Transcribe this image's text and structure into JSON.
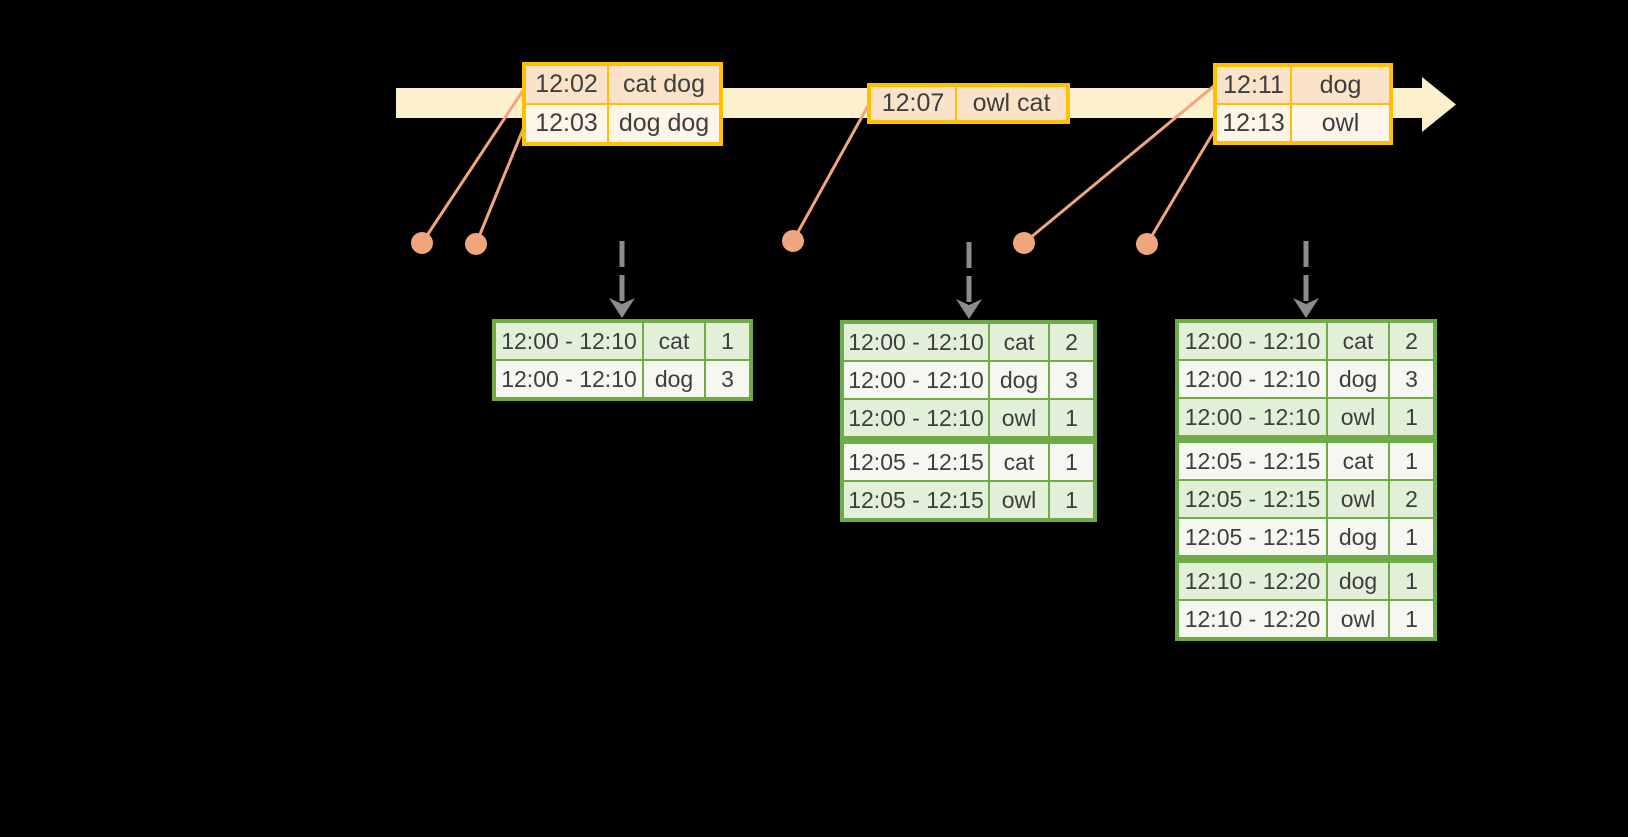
{
  "colors": {
    "background": "#000000",
    "timeline_band": "#FCF0CD",
    "event_border": "#FFC000",
    "event_row_dark": "#FAE3C9",
    "event_row_light": "#FDF5E8",
    "result_border": "#6FAC47",
    "result_row_dark": "#E2EFD9",
    "result_row_light": "#F4F8F0",
    "dot": "#F0A67C",
    "arrow_gray": "#8C8C8C",
    "text": "#3E3E3E"
  },
  "stream_events": [
    {
      "rows": [
        {
          "time": "12:02",
          "words": "cat dog"
        },
        {
          "time": "12:03",
          "words": "dog dog"
        }
      ]
    },
    {
      "rows": [
        {
          "time": "12:07",
          "words": "owl cat"
        }
      ]
    },
    {
      "rows": [
        {
          "time": "12:11",
          "words": "dog"
        },
        {
          "time": "12:13",
          "words": "owl"
        }
      ]
    }
  ],
  "result_tables": [
    {
      "rows": [
        {
          "window": "12:00 - 12:10",
          "word": "cat",
          "count": "1"
        },
        {
          "window": "12:00 - 12:10",
          "word": "dog",
          "count": "3"
        }
      ]
    },
    {
      "rows": [
        {
          "window": "12:00 - 12:10",
          "word": "cat",
          "count": "2"
        },
        {
          "window": "12:00 - 12:10",
          "word": "dog",
          "count": "3"
        },
        {
          "window": "12:00 - 12:10",
          "word": "owl",
          "count": "1"
        },
        {
          "window": "12:05 - 12:15",
          "word": "cat",
          "count": "1"
        },
        {
          "window": "12:05 - 12:15",
          "word": "owl",
          "count": "1"
        }
      ]
    },
    {
      "rows": [
        {
          "window": "12:00 - 12:10",
          "word": "cat",
          "count": "2"
        },
        {
          "window": "12:00 - 12:10",
          "word": "dog",
          "count": "3"
        },
        {
          "window": "12:00 - 12:10",
          "word": "owl",
          "count": "1"
        },
        {
          "window": "12:05 - 12:15",
          "word": "cat",
          "count": "1"
        },
        {
          "window": "12:05 - 12:15",
          "word": "owl",
          "count": "2"
        },
        {
          "window": "12:05 - 12:15",
          "word": "dog",
          "count": "1"
        },
        {
          "window": "12:10 - 12:20",
          "word": "dog",
          "count": "1"
        },
        {
          "window": "12:10 - 12:20",
          "word": "owl",
          "count": "1"
        }
      ]
    }
  ]
}
